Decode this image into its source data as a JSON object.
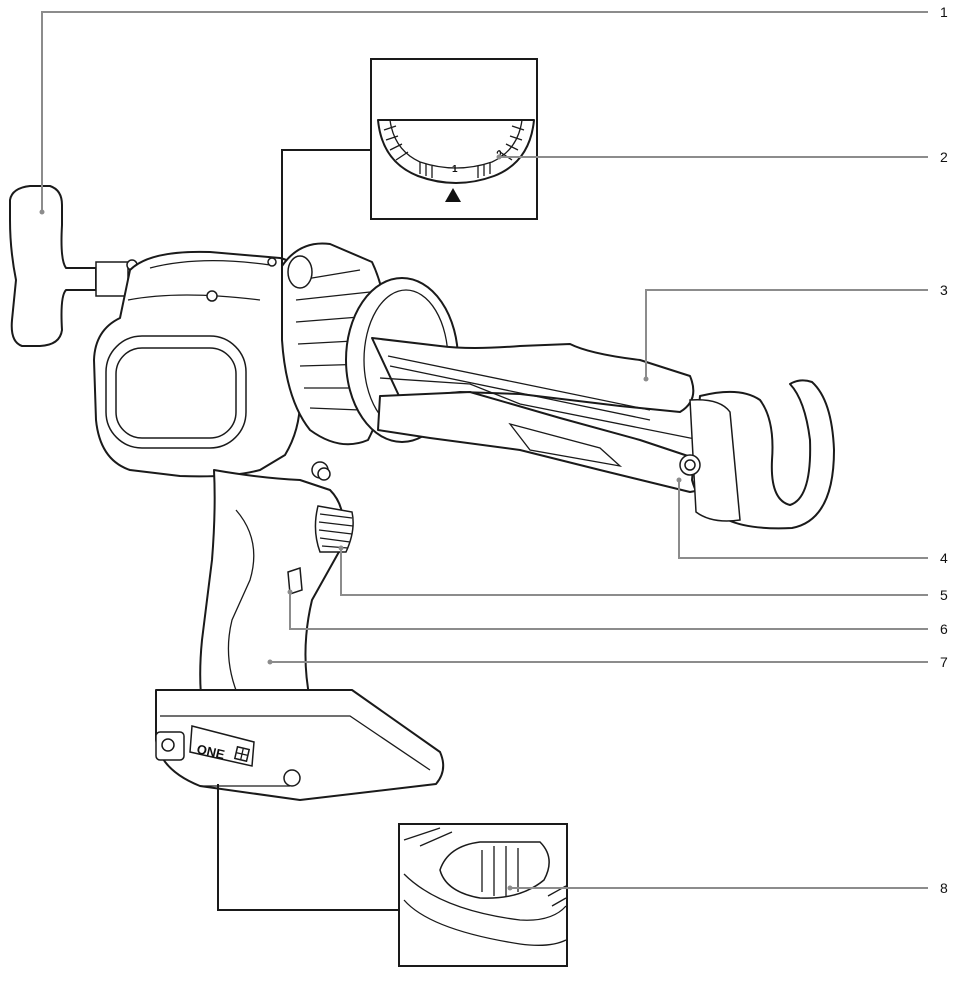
{
  "callouts": [
    {
      "number": "1"
    },
    {
      "number": "2"
    },
    {
      "number": "3"
    },
    {
      "number": "4"
    },
    {
      "number": "5"
    },
    {
      "number": "6"
    },
    {
      "number": "7"
    },
    {
      "number": "8"
    }
  ],
  "dial": {
    "mark_1": "1",
    "mark_2": "2"
  },
  "logo": {
    "text": "ONE"
  },
  "colors": {
    "leader": "#8c8c8c",
    "outline": "#1a1a1a",
    "background": "#ffffff"
  }
}
